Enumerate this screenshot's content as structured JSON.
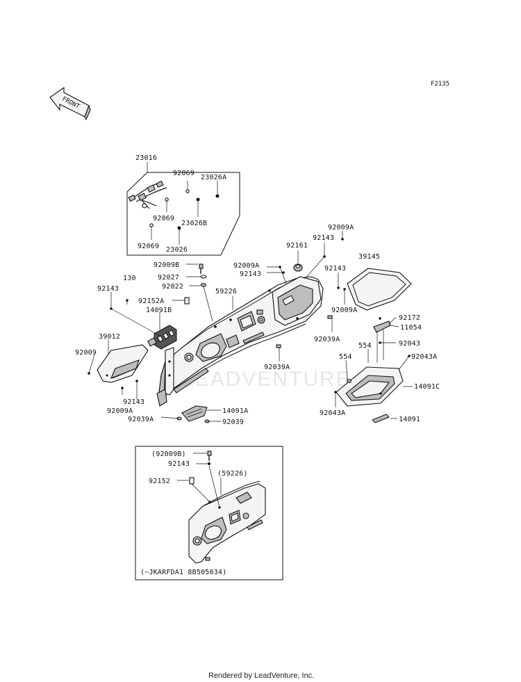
{
  "figure_code": "F2135",
  "front_arrow_text": "FRONT",
  "watermark": "LEADVENTURE",
  "footer": "Rendered by LeadVenture, Inc.",
  "inset_note": "(~JKARFDA1 8B505034)",
  "part_numbers": {
    "p23016": "23016",
    "p92069_a": "92069",
    "p23026A": "23026A",
    "p92069_b": "92069",
    "p23026B": "23026B",
    "p92069_c": "92069",
    "p23026": "23026",
    "p92009B": "92009B",
    "p92027": "92027",
    "p92022": "92022",
    "p92152A": "92152A",
    "p14091B": "14091B",
    "p130": "130",
    "p92143_left": "92143",
    "p39012": "39012",
    "p92009": "92009",
    "p92143_bl": "92143",
    "p92009A_bl": "92009A",
    "p92039A_bl": "92039A",
    "p14091A": "14091A",
    "p92039": "92039",
    "p59226": "59226",
    "p92009A_mid": "92009A",
    "p92143_mid": "92143",
    "p92161": "92161",
    "p92009A_tr": "92009A",
    "p92143_tr": "92143",
    "p92143_r": "92143",
    "p92009A_r": "92009A",
    "p39145": "39145",
    "p92039A_mid": "92039A",
    "p92039A_center": "92039A",
    "p92172": "92172",
    "p11054": "11054",
    "p554_a": "554",
    "p92043": "92043",
    "p554_b": "554",
    "p92043A_r": "92043A",
    "p14091C": "14091C",
    "p92043A_l": "92043A",
    "p14091": "14091",
    "i92009B": "(92009B)",
    "i92143": "92143",
    "i59226": "(59226)",
    "i92152": "92152"
  }
}
